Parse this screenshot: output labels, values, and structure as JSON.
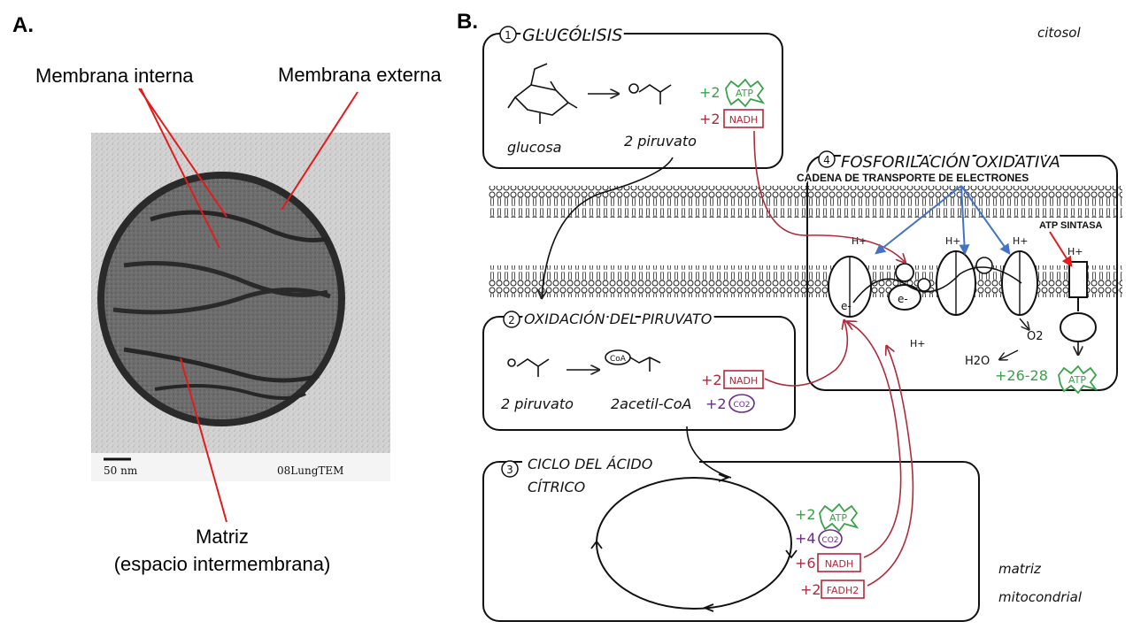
{
  "panel_a": {
    "label": "A.",
    "inner_membrane": "Membrana interna",
    "outer_membrane": "Membrana externa",
    "matrix_line1": "Matriz",
    "matrix_line2": "(espacio intermembrana)",
    "scale_text": "50 nm",
    "image_code": "08LungTEM"
  },
  "panel_b": {
    "label": "B.",
    "citosol": "citosol",
    "matriz_line1": "matriz",
    "matriz_line2": "mitocondrial",
    "glycolysis": {
      "number": "1",
      "title": "GLUCÓLISIS",
      "glucose": "glucosa",
      "pyruvate": "2 piruvato",
      "plus_atp": "+2",
      "atp": "ATP",
      "plus_nadh": "+2",
      "nadh": "NADH"
    },
    "pyruvate_oxidation": {
      "number": "2",
      "title": "OXIDACIÓN DEL PIRUVATO",
      "pyruvate": "2 piruvato",
      "acetyl": "2acetil-CoA",
      "coa": "CoA",
      "plus_co2": "+2",
      "co2": "CO2",
      "plus_nadh": "+2",
      "nadh": "NADH"
    },
    "citric_cycle": {
      "number": "3",
      "title_line1": "CICLO DEL ÁCIDO",
      "title_line2": "CÍTRICO",
      "plus_atp": "+2",
      "atp": "ATP",
      "plus_co2": "+4",
      "co2": "CO2",
      "plus_nadh": "+6",
      "nadh": "NADH",
      "plus_fadh": "+2",
      "fadh": "FADH2"
    },
    "ox_phos": {
      "number": "4",
      "title": "FOSFORILACIÓN OXIDATIVA",
      "etc_label": "CADENA DE TRANSPORTE DE ELECTRONES",
      "atp_synthase": "ATP SINTASA",
      "h_plus": "H+",
      "electron": "e-",
      "o2": "O2",
      "h2o": "H2O",
      "atp_yield": "+26-28",
      "atp": "ATP"
    }
  },
  "colors": {
    "green": "#3aa14a",
    "red": "#b02a3a",
    "purple": "#6a2c8a",
    "blue": "#4472c4",
    "pointer_red": "#e31b1b"
  }
}
